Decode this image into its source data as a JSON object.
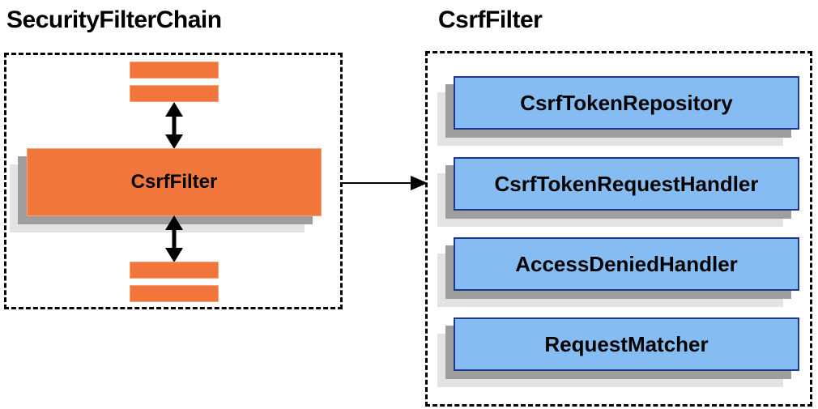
{
  "diagram": {
    "left_section": {
      "title": "SecurityFilterChain",
      "filter_box_label": "CsrfFilter"
    },
    "right_section": {
      "title": "CsrfFilter",
      "components": [
        "CsrfTokenRepository",
        "CsrfTokenRequestHandler",
        "AccessDeniedHandler",
        "RequestMatcher"
      ]
    },
    "colors": {
      "orange_fill": "#F0763C",
      "orange_border": "#F7A178",
      "blue_fill": "#85BDF2",
      "blue_border": "#20368F",
      "shadow_dark": "#9E9E9E",
      "shadow_light": "#E3E3E3",
      "line_color": "#000000",
      "background": "#FFFFFF"
    }
  }
}
